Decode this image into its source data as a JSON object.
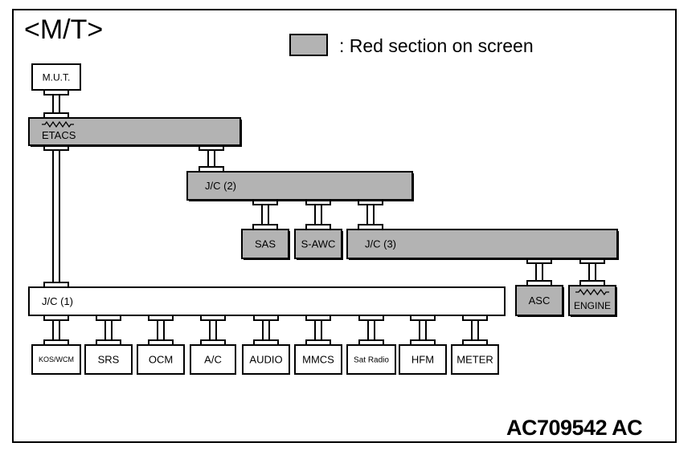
{
  "title": "<M/T>",
  "legend": {
    "text": ": Red section on screen",
    "color": "#b3b3b3"
  },
  "figure_id": "AC709542 AC",
  "colors": {
    "highlight": "#b3b3b3",
    "normal": "#ffffff",
    "line": "#000000"
  },
  "nodes": {
    "mut": "M.U.T.",
    "etacs": "ETACS",
    "jc2": "J/C (2)",
    "sas": "SAS",
    "sawc": "S-AWC",
    "jc3": "J/C (3)",
    "jc1": "J/C (1)",
    "asc": "ASC",
    "engine": "ENGINE",
    "kos": "KOS/WCM",
    "srs": "SRS",
    "ocm": "OCM",
    "ac": "A/C",
    "audio": "AUDIO",
    "mmcs": "MMCS",
    "satradio": "Sat Radio",
    "hfm": "HFM",
    "meter": "METER"
  }
}
